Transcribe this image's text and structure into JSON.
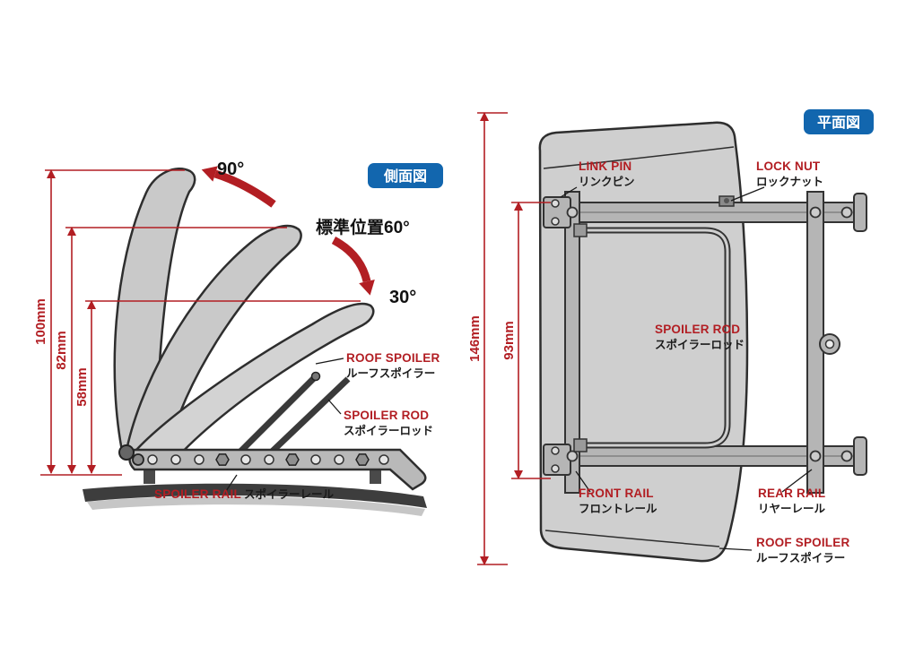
{
  "colors": {
    "label_red": "#b21e23",
    "badge_blue": "#1266ae",
    "line_dark": "#2e2e2e",
    "part_gray": "#c9c9c9"
  },
  "side_view": {
    "badge": "側面図",
    "angle_90": "90°",
    "angle_60": "標準位置60°",
    "angle_30": "30°",
    "dim_100": "100mm",
    "dim_82": "82mm",
    "dim_58": "58mm",
    "roof_spoiler_en": "ROOF SPOILER",
    "roof_spoiler_jp": "ルーフスポイラー",
    "spoiler_rod_en": "SPOILER ROD",
    "spoiler_rod_jp": "スポイラーロッド",
    "spoiler_rail_en": "SPOILER RAIL",
    "spoiler_rail_jp": "スポイラーレール"
  },
  "plan_view": {
    "badge": "平面図",
    "dim_146": "146mm",
    "dim_93": "93mm",
    "link_pin_en": "LINK PIN",
    "link_pin_jp": "リンクピン",
    "lock_nut_en": "LOCK NUT",
    "lock_nut_jp": "ロックナット",
    "spoiler_rod_en": "SPOILER ROD",
    "spoiler_rod_jp": "スポイラーロッド",
    "front_rail_en": "FRONT RAIL",
    "front_rail_jp": "フロントレール",
    "rear_rail_en": "REAR RAIL",
    "rear_rail_jp": "リヤーレール",
    "roof_spoiler_en": "ROOF SPOILER",
    "roof_spoiler_jp": "ルーフスポイラー"
  }
}
